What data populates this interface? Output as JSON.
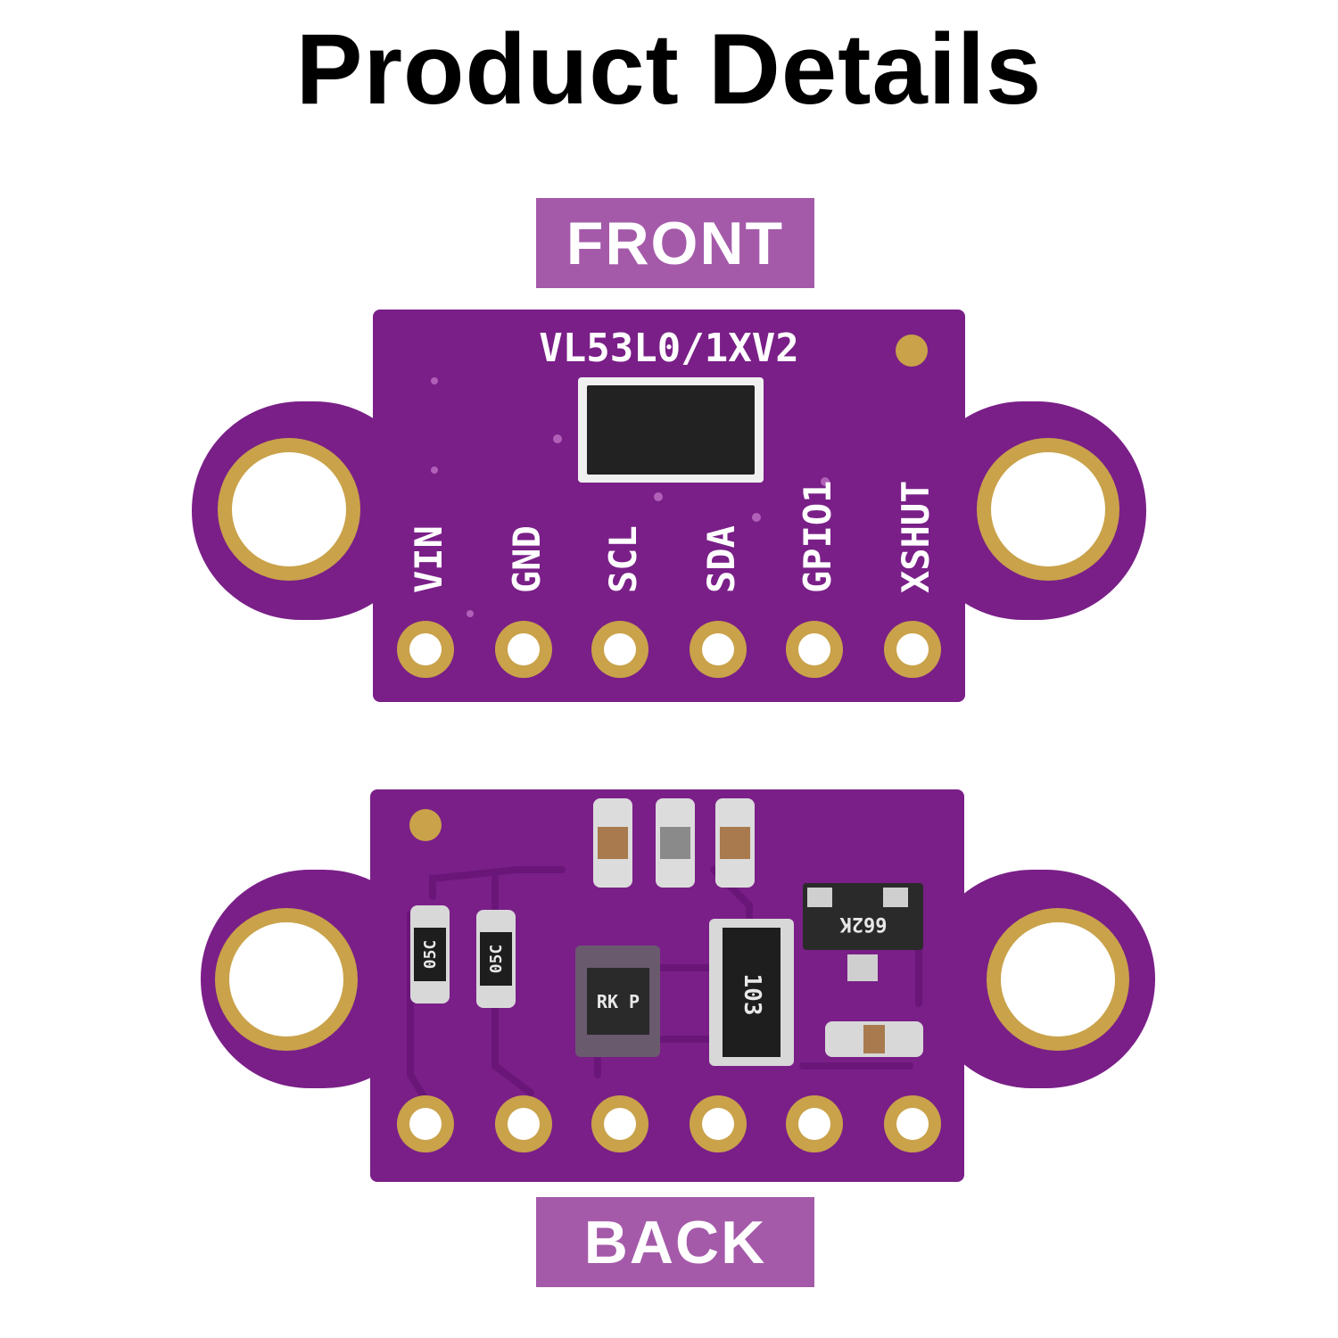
{
  "header": {
    "title": "Product Details"
  },
  "front": {
    "label": "FRONT",
    "model_text": "VL53L0/1XV2",
    "pins": [
      "VIN",
      "GND",
      "SCL",
      "SDA",
      "GPIO1",
      "XSHUT"
    ]
  },
  "back": {
    "label": "BACK",
    "markings": [
      "05C",
      "05C",
      "RK P",
      "103",
      "662K"
    ]
  },
  "colors": {
    "label_bg": "#a45aa9",
    "pcb": "#7a1f88",
    "pcb_dark": "#5e1470",
    "gold": "#c9a24a",
    "chip": "#222222"
  }
}
